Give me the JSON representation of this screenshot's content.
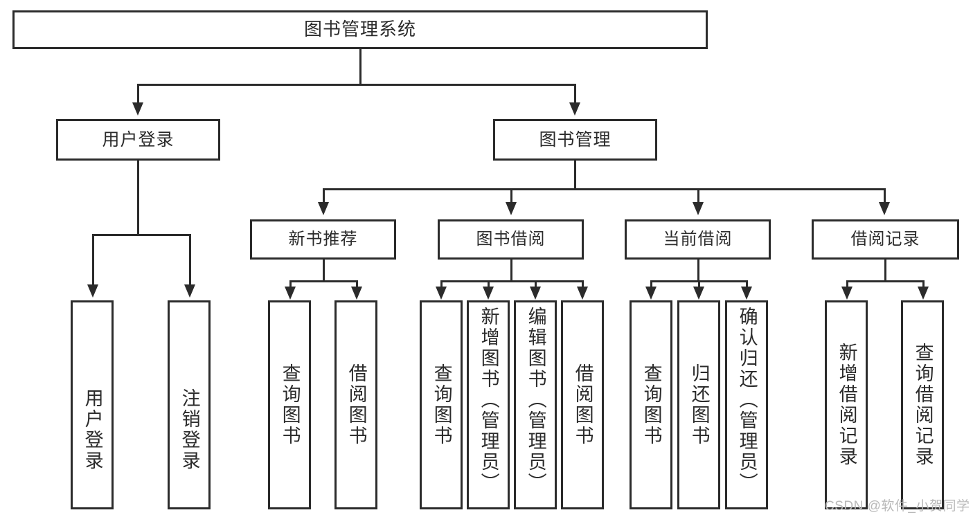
{
  "diagram": {
    "title": "图书管理系统",
    "type": "tree-hierarchy-diagram",
    "colors": {
      "stroke": "#2b2b2b",
      "fill": "#ffffff",
      "background": "#ffffff",
      "watermark": "#b9b9b9"
    },
    "levels": {
      "root": {
        "label": "图书管理系统"
      },
      "level2": [
        {
          "label": "用户登录"
        },
        {
          "label": "图书管理"
        }
      ],
      "level3": [
        {
          "label": "新书推荐"
        },
        {
          "label": "图书借阅"
        },
        {
          "label": "当前借阅"
        },
        {
          "label": "借阅记录"
        }
      ],
      "leaves": {
        "user_login": [
          {
            "label": "用户登录"
          },
          {
            "label": "注销登录"
          }
        ],
        "new_book_recommend": [
          {
            "label": "查询图书"
          },
          {
            "label": "借阅图书"
          }
        ],
        "book_borrow": [
          {
            "label": "查询图书"
          },
          {
            "label": "新增图书（管理员）"
          },
          {
            "label": "编辑图书（管理员）"
          },
          {
            "label": "借阅图书"
          }
        ],
        "current_borrow": [
          {
            "label": "查询图书"
          },
          {
            "label": "归还图书"
          },
          {
            "label": "确认归还（管理员）"
          }
        ],
        "borrow_record": [
          {
            "label": "新增借阅记录"
          },
          {
            "label": "查询借阅记录"
          }
        ]
      }
    }
  },
  "watermark": {
    "text": "CSDN @软件_小贺同学"
  }
}
